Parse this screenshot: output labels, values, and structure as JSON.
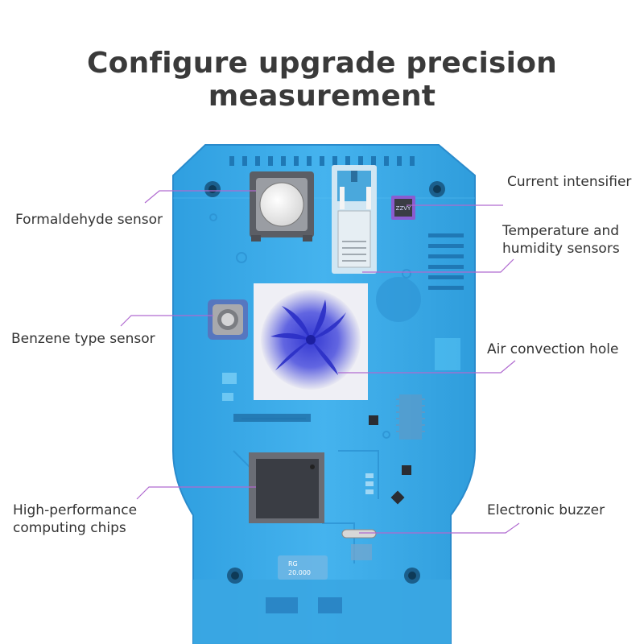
{
  "title": "Configure upgrade precision measurement",
  "labels": {
    "formaldehyde": "Formaldehyde sensor",
    "benzene": "Benzene type sensor",
    "computing_line1": "High-performance",
    "computing_line2": "computing chips",
    "current": "Current intensifier",
    "temp_line1": "Temperature and",
    "temp_line2": "humidity sensors",
    "air": "Air convection hole",
    "buzzer": "Electronic buzzer"
  },
  "chip_marks": {
    "current_chip": "ZZVY",
    "crystal_line1": "RG",
    "crystal_line2": "20.000"
  },
  "colors": {
    "device_blue": "#3aa9e6",
    "device_edge": "#2b8fcf",
    "leader_line": "#b06ad0",
    "fan_blue": "#3b3fd8",
    "chip_dark": "#3a3d44"
  }
}
